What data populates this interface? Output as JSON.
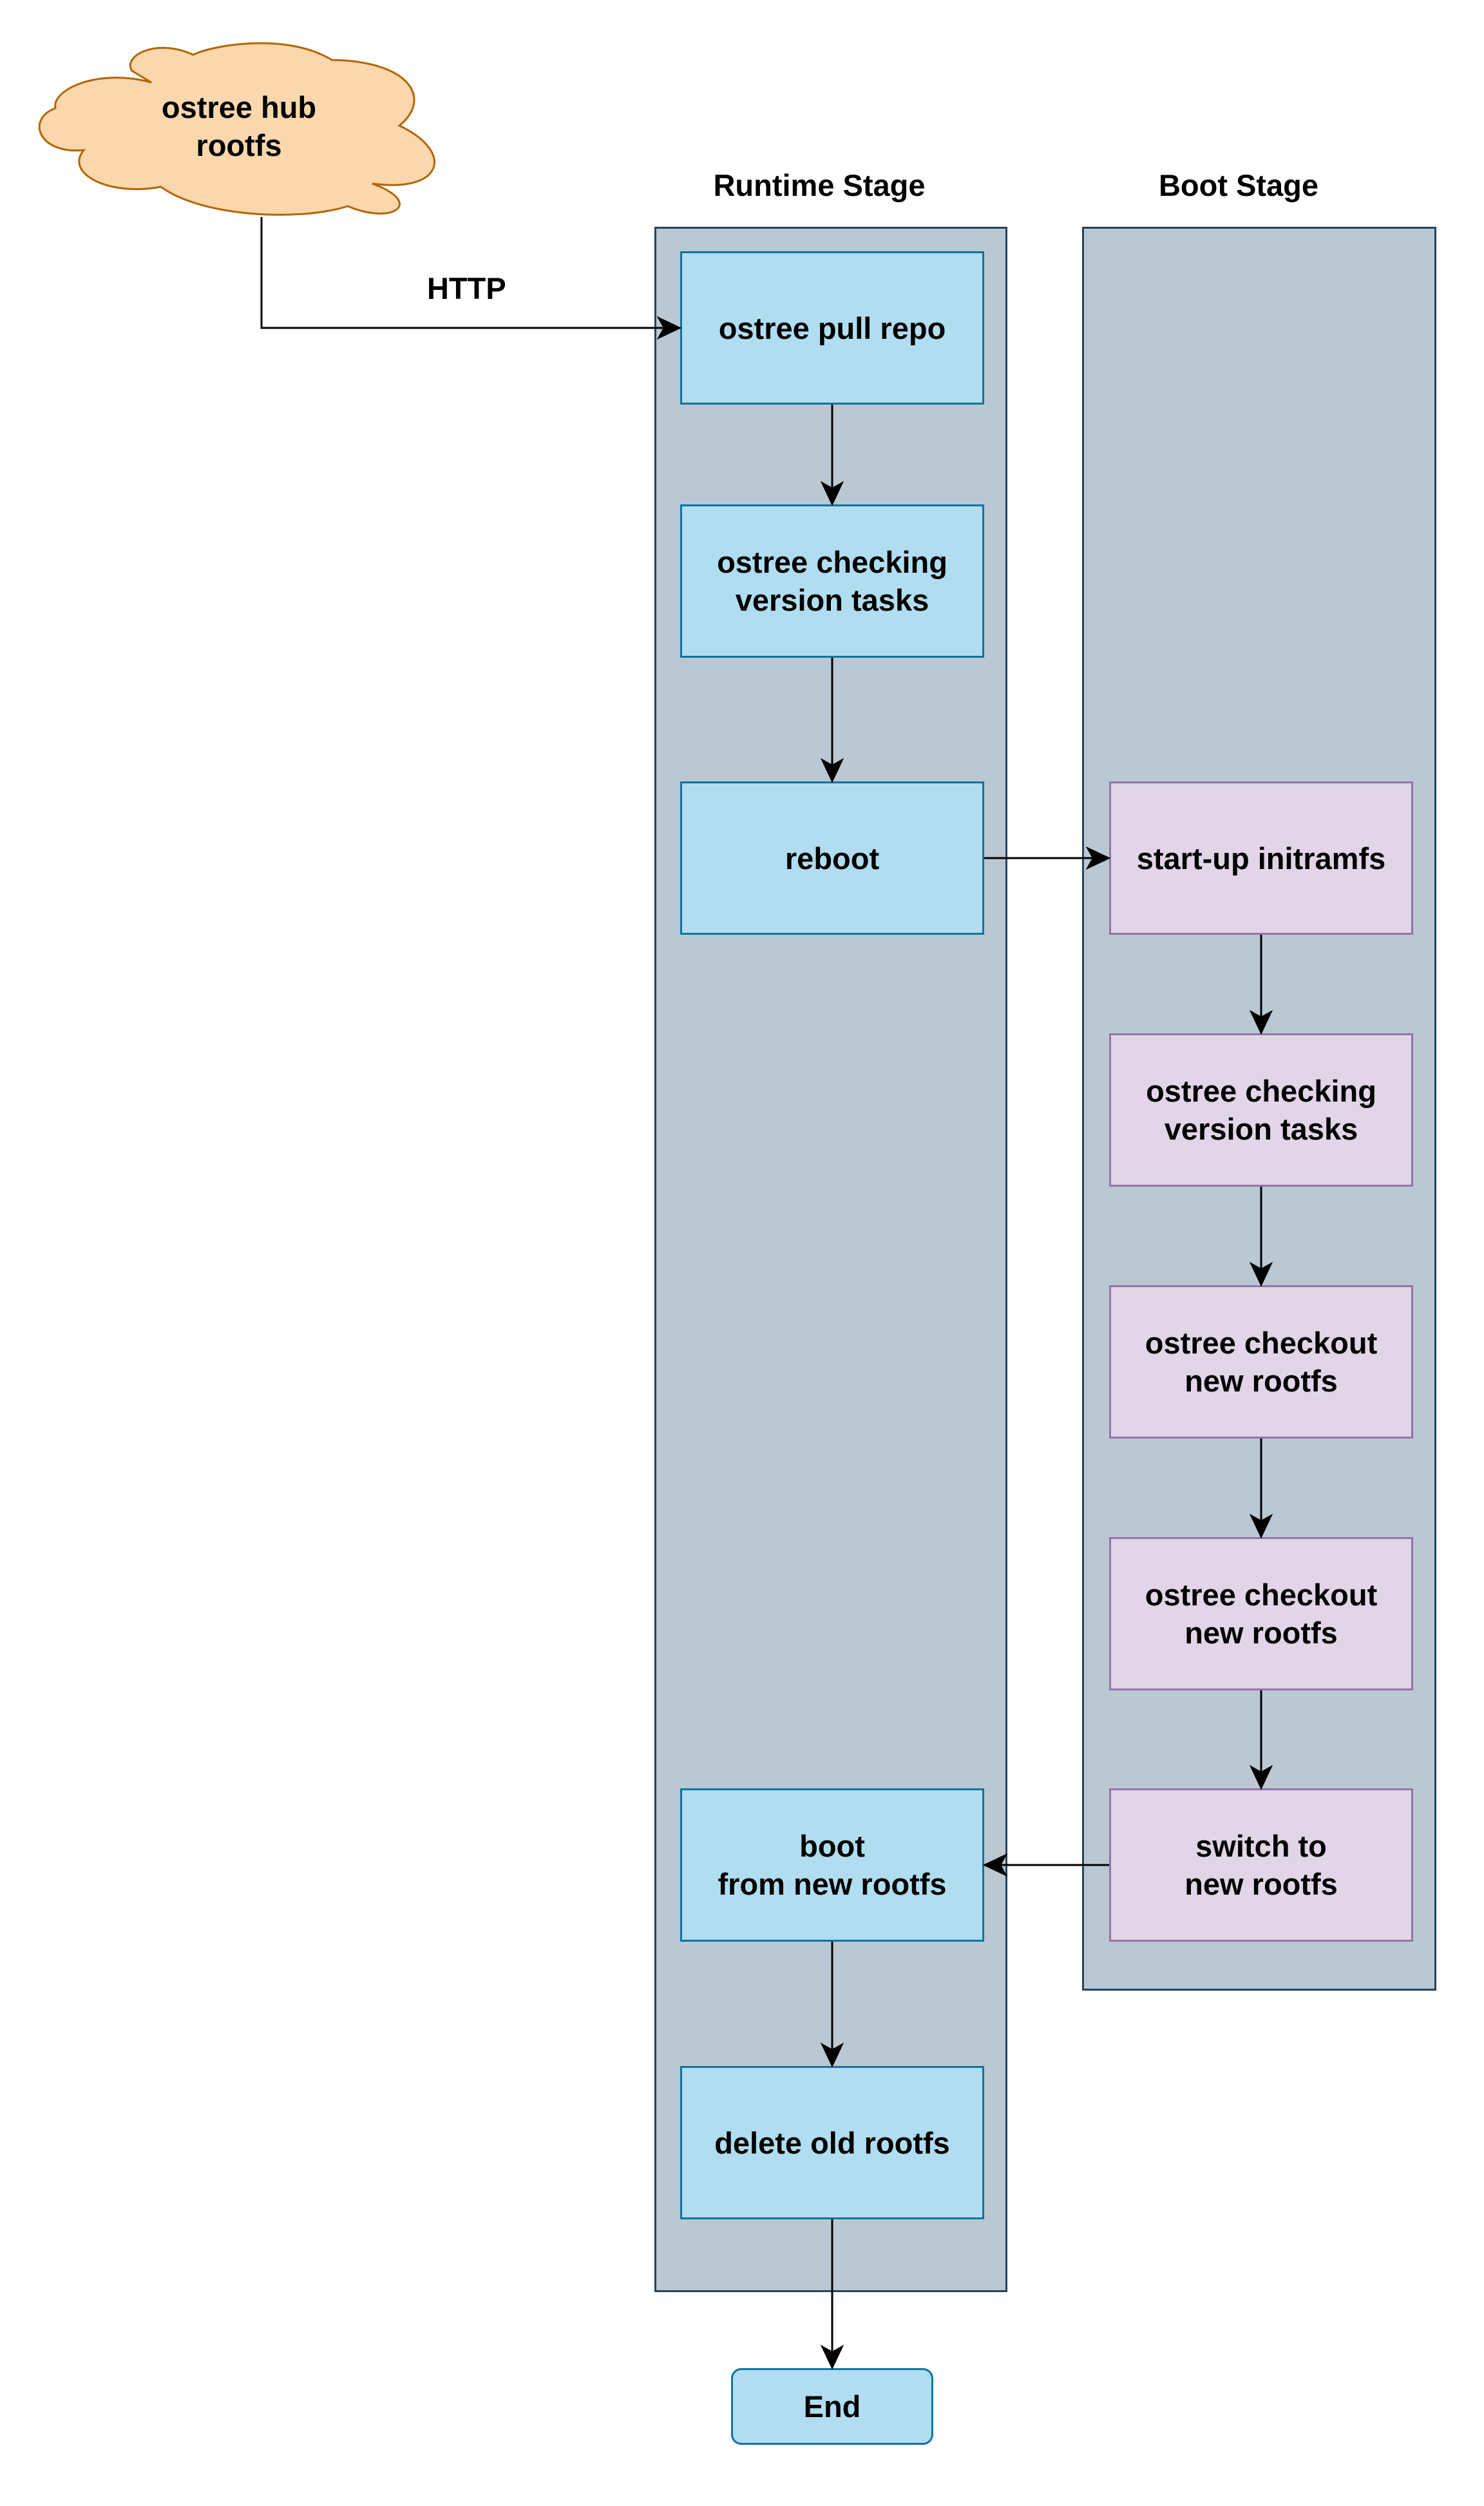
{
  "colors": {
    "lane_fill": "#bac8d3",
    "lane_stroke": "#23445d",
    "blue_fill": "#b1ddf0",
    "blue_stroke": "#10739e",
    "purple_fill": "#e1d5e7",
    "purple_stroke": "#9673a6",
    "cloud_fill": "#fad7ac",
    "cloud_stroke": "#b46504"
  },
  "source": {
    "label": "ostree hub\nrootfs",
    "shape": "cloud"
  },
  "edge_labels": {
    "http": "HTTP"
  },
  "lanes": {
    "runtime": {
      "title": "Runtime Stage",
      "nodes": {
        "pull": "ostree pull repo",
        "check": "ostree checking\nversion tasks",
        "reboot": "reboot",
        "boot_new": "boot\nfrom new rootfs",
        "delete": "delete old rootfs"
      }
    },
    "boot": {
      "title": "Boot Stage",
      "nodes": {
        "initramfs": "start-up initramfs",
        "check": "ostree checking\nversion tasks",
        "checkout1": "ostree checkout\nnew rootfs",
        "checkout2": "ostree checkout\nnew rootfs",
        "switch": "switch to\nnew rootfs"
      }
    }
  },
  "terminal": {
    "label": "End"
  }
}
